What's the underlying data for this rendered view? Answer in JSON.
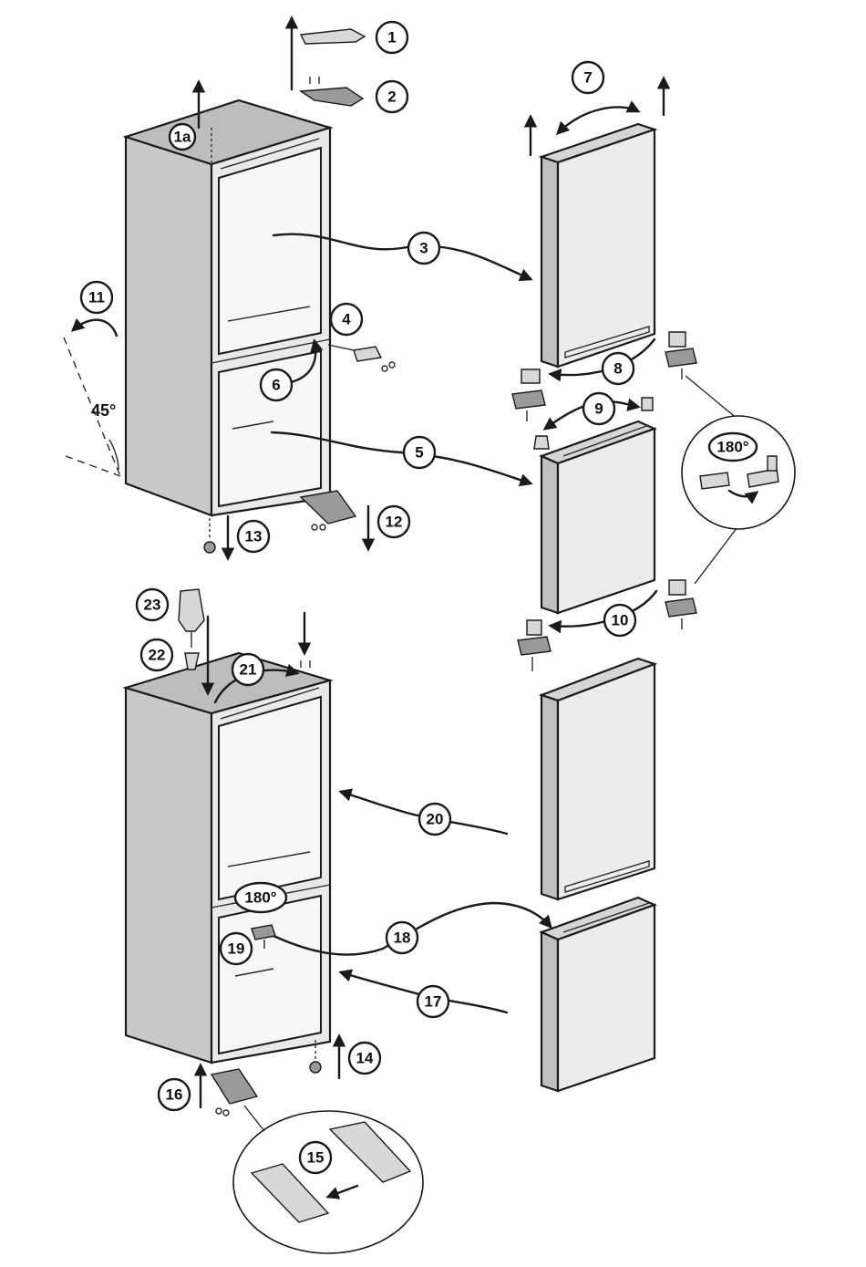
{
  "callouts": {
    "c1": "1",
    "c1a": "1a",
    "c2": "2",
    "c3": "3",
    "c4": "4",
    "c5": "5",
    "c6": "6",
    "c7": "7",
    "c8": "8",
    "c9": "9",
    "c10": "10",
    "c11": "11",
    "c12": "12",
    "c13": "13",
    "c14": "14",
    "c15": "15",
    "c16": "16",
    "c17": "17",
    "c18": "18",
    "c19": "19",
    "c20": "20",
    "c21": "21",
    "c22": "22",
    "c23": "23"
  },
  "angle_label": "45°",
  "rotate_labels": {
    "hinge_inset": "180°",
    "cabinet_lower": "180°"
  },
  "colors": {
    "line": "#1a1a1a",
    "cabinet_front": "#e9e9e9",
    "cabinet_top": "#bdbdbd"
  }
}
